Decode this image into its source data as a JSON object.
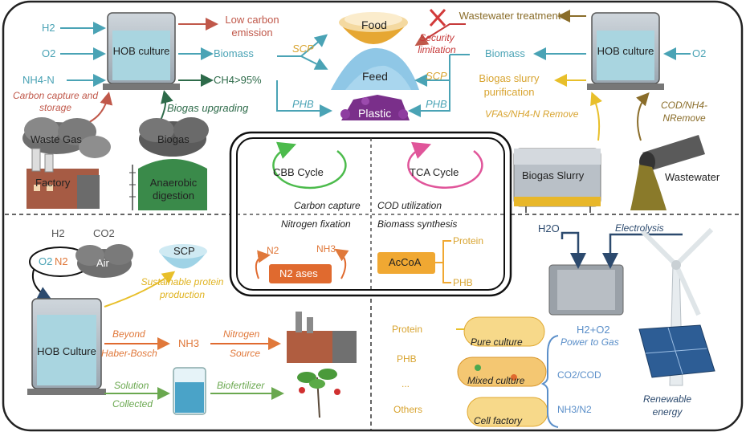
{
  "top_left": {
    "inputs": [
      "H2",
      "O2",
      "NH4-N"
    ],
    "hob_label": "HOB culture",
    "outputs": [
      "Low carbon emission",
      "Biomass",
      "CH4>95%"
    ],
    "carbon_capture": "Carbon capture and storage",
    "waste_gas": "Waste Gas",
    "factory": "Factory",
    "biogas": "Biogas",
    "biogas_upgrading": "Biogas upgrading",
    "anaerobic": "Anaerobic digestion"
  },
  "top_center": {
    "scp1": "SCP",
    "phb1": "PHB",
    "food": "Food",
    "feed": "Feed",
    "plastic": "Plastic",
    "security": "Security limitation",
    "scp2": "SCP",
    "phb2": "PHB"
  },
  "top_right": {
    "wastewater_treatment": "Wastewater treatment",
    "biomass": "Biomass",
    "biogas_purification": "Biogas slurry purification",
    "vfas": "VFAs/NH4-N Remove",
    "hob_label": "HOB culture",
    "o2": "O2",
    "cod": "COD/NH4-NRemove",
    "biogas_slurry": "Biogas Slurry",
    "wastewater": "Wastewater"
  },
  "center": {
    "cbb": "CBB Cycle",
    "tca": "TCA Cycle",
    "carbon_capture": "Carbon capture",
    "cod_util": "COD utilization",
    "nitrogen_fixation": "Nitrogen fixation",
    "biomass_synthesis": "Biomass synthesis",
    "n2": "N2",
    "nh3": "NH3",
    "n2ases": "N2 ases",
    "acoa": "AcCoA",
    "protein": "Protein",
    "phb": "PHB"
  },
  "bottom_left": {
    "h2": "H2",
    "co2": "CO2",
    "o2": "O2",
    "n2": "N2",
    "air": "Air",
    "scp": "SCP",
    "sustainable": "Sustainable protein production",
    "hob": "HOB Culture",
    "beyond": "Beyond",
    "haber": "Haber-Bosch",
    "nh3": "NH3",
    "nitrogen": "Nitrogen",
    "source": "Source",
    "solution": "Solution",
    "collected": "Collected",
    "biofertilizer": "Biofertilizer"
  },
  "bottom_right": {
    "products": [
      "Protein",
      "PHB",
      "...",
      "Others"
    ],
    "pure": "Pure culture",
    "mixed": "Mixed culture",
    "cellf": "Cell factory",
    "h2o": "H2O",
    "electrolysis": "Electrolysis",
    "h2o2": "H2+O2",
    "ptg": "Power to Gas",
    "co2cod": "CO2/COD",
    "nh3n2": "NH3/N2",
    "renewable": "Renewable energy"
  }
}
